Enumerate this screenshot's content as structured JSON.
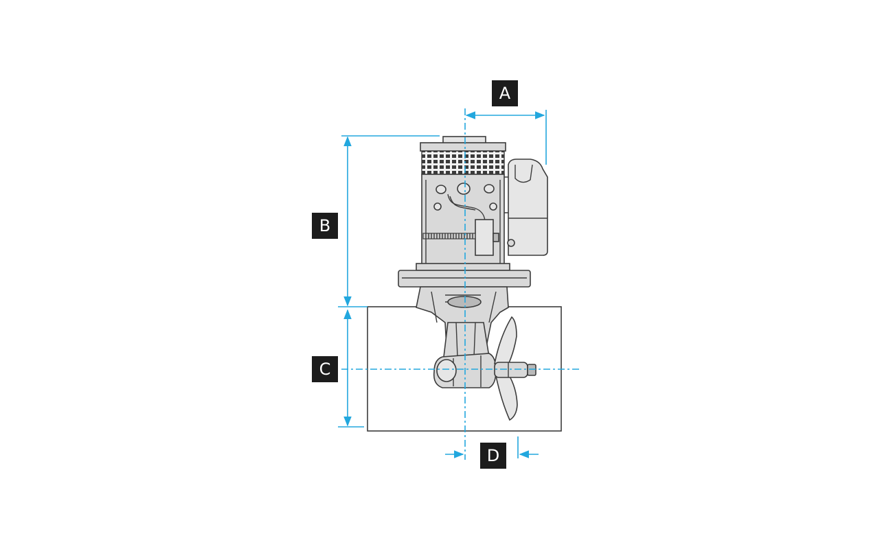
{
  "labels": {
    "a": "A",
    "b": "B",
    "c": "C",
    "d": "D"
  },
  "colors": {
    "dimension": "#22a7de",
    "label_bg": "#1c1c1c",
    "label_text": "#ffffff",
    "outline": "#3b3b3b",
    "body": "#d9d9d9"
  }
}
